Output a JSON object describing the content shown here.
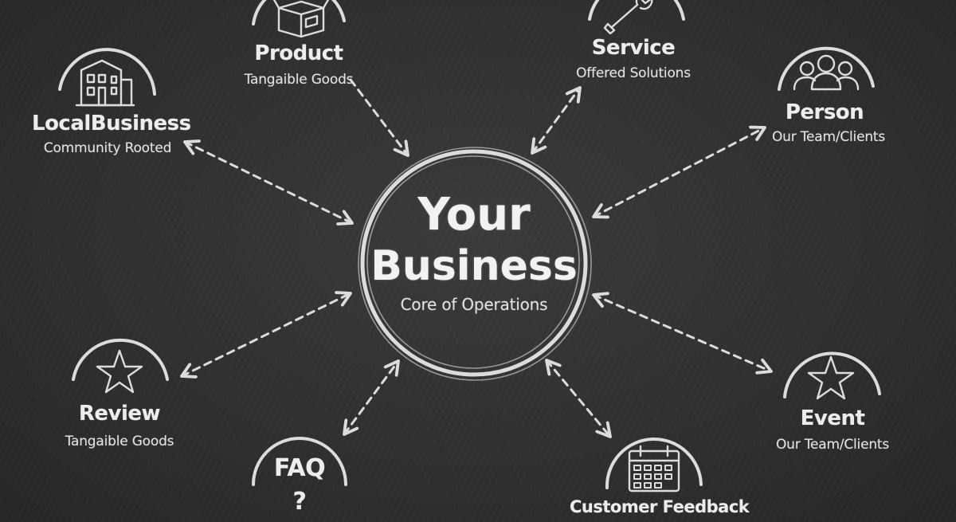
{
  "center": {
    "title_line1": "Your",
    "title_line2": "Business",
    "subtitle": "Core of Operations"
  },
  "nodes": {
    "product": {
      "title": "Product",
      "subtitle": "Tangaible Goods",
      "icon": "box-icon"
    },
    "service": {
      "title": "Service",
      "subtitle": "Offered Solutions",
      "icon": "wrench-icon"
    },
    "person": {
      "title": "Person",
      "subtitle": "Our Team/Clients",
      "icon": "people-icon"
    },
    "local_business": {
      "title": "LocalBusiness",
      "subtitle": "Community Rooted",
      "icon": "building-icon"
    },
    "review": {
      "title": "Review",
      "subtitle": "Tangaible Goods",
      "icon": "star-icon"
    },
    "event": {
      "title": "Event",
      "subtitle": "Our Team/Clients",
      "icon": "star-icon"
    },
    "faq": {
      "title": "FAQ",
      "subtitle": "?",
      "icon": ""
    },
    "customer_feedback": {
      "title": "Customer Feedback",
      "subtitle": "",
      "icon": "calendar-icon"
    }
  },
  "colors": {
    "chalkboard": "#2e2e2e",
    "chalk": "#e6e6e6"
  }
}
